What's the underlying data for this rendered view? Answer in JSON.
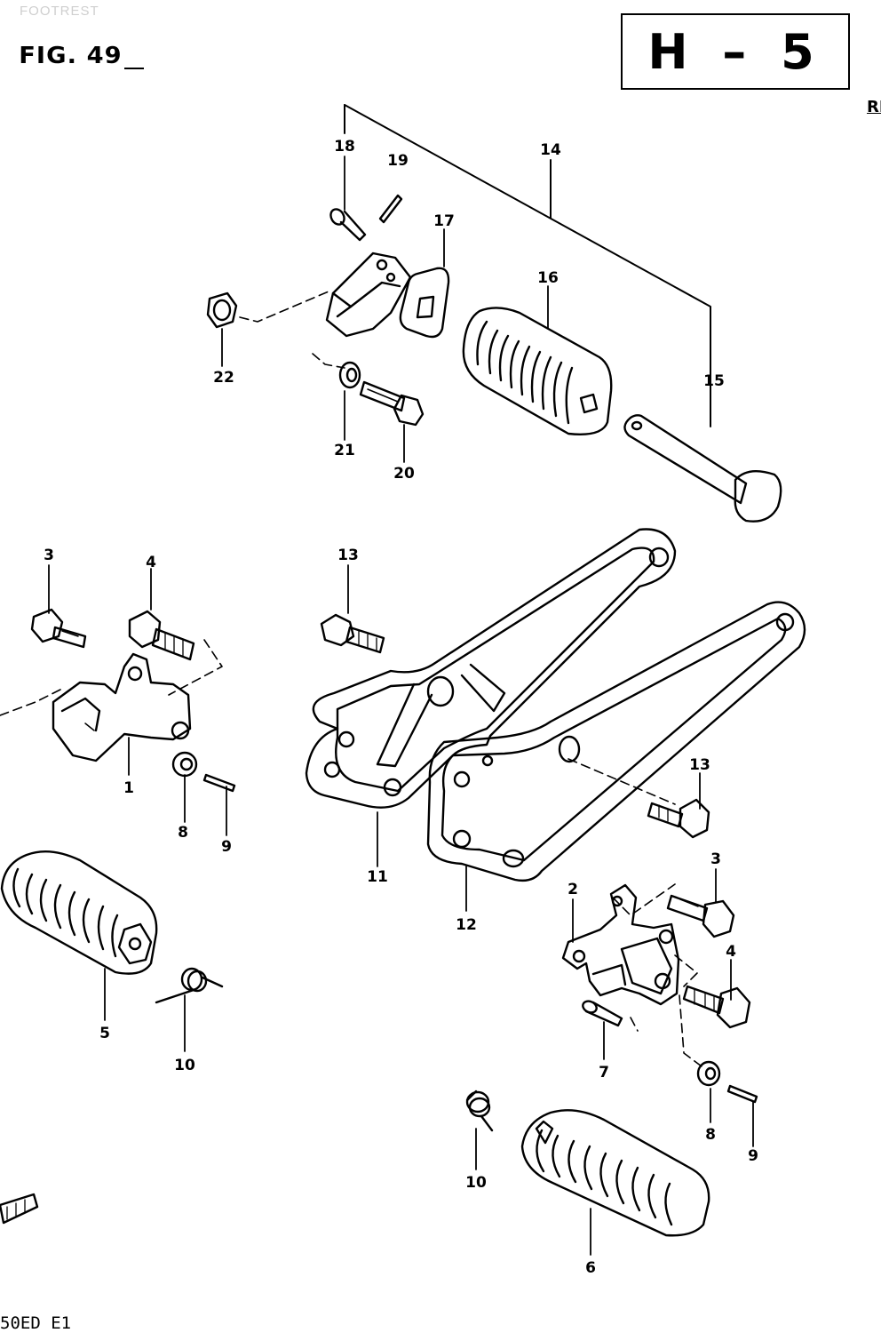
{
  "header": {
    "faint_title": "FOOTREST",
    "figure_label": "FIG. 49",
    "section_box": "H – 5",
    "edge_fragment": "RI"
  },
  "footer": {
    "model_fragment": "50ED E1"
  },
  "part_labels": {
    "p18": "18",
    "p19": "19",
    "p14": "14",
    "p17": "17",
    "p16": "16",
    "p22": "22",
    "p15": "15",
    "p21": "21",
    "p20": "20",
    "p3a": "3",
    "p4a": "4",
    "p13a": "13",
    "p1": "1",
    "p8a": "8",
    "p9a": "9",
    "p13b": "13",
    "p11": "11",
    "p12": "12",
    "p3b": "3",
    "p2": "2",
    "p4b": "4",
    "p5": "5",
    "p10a": "10",
    "p7": "7",
    "p8b": "8",
    "p9b": "9",
    "p10b": "10",
    "p6": "6"
  }
}
